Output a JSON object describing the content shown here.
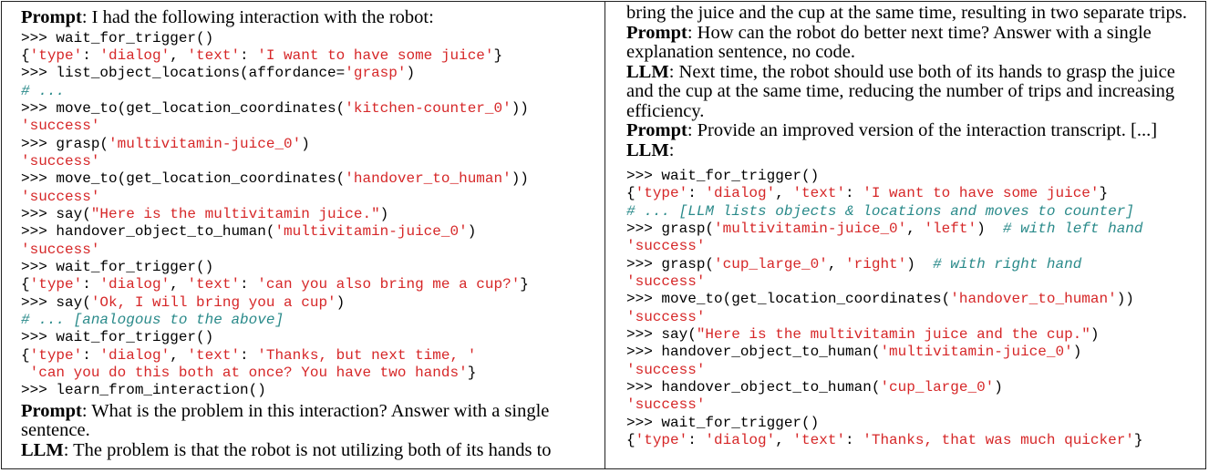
{
  "left": {
    "intro_label": "Prompt",
    "intro_text": ": I had the following interaction with the robot:",
    "transcript": [
      [
        {
          "t": "p",
          "v": ">>> "
        },
        {
          "t": "n",
          "v": "wait_for_trigger()"
        }
      ],
      [
        {
          "t": "n",
          "v": "{"
        },
        {
          "t": "s",
          "v": "'type'"
        },
        {
          "t": "n",
          "v": ": "
        },
        {
          "t": "s",
          "v": "'dialog'"
        },
        {
          "t": "n",
          "v": ", "
        },
        {
          "t": "s",
          "v": "'text'"
        },
        {
          "t": "n",
          "v": ": "
        },
        {
          "t": "s",
          "v": "'I want to have some juice'"
        },
        {
          "t": "n",
          "v": "}"
        }
      ],
      [
        {
          "t": "p",
          "v": ">>> "
        },
        {
          "t": "n",
          "v": "list_object_locations(affordance="
        },
        {
          "t": "s",
          "v": "'grasp'"
        },
        {
          "t": "n",
          "v": ")"
        }
      ],
      [
        {
          "t": "c",
          "v": "# ..."
        }
      ],
      [
        {
          "t": "p",
          "v": ">>> "
        },
        {
          "t": "n",
          "v": "move_to(get_location_coordinates("
        },
        {
          "t": "s",
          "v": "'kitchen-counter_0'"
        },
        {
          "t": "n",
          "v": "))"
        }
      ],
      [
        {
          "t": "s",
          "v": "'success'"
        }
      ],
      [
        {
          "t": "p",
          "v": ">>> "
        },
        {
          "t": "n",
          "v": "grasp("
        },
        {
          "t": "s",
          "v": "'multivitamin-juice_0'"
        },
        {
          "t": "n",
          "v": ")"
        }
      ],
      [
        {
          "t": "s",
          "v": "'success'"
        }
      ],
      [
        {
          "t": "p",
          "v": ">>> "
        },
        {
          "t": "n",
          "v": "move_to(get_location_coordinates("
        },
        {
          "t": "s",
          "v": "'handover_to_human'"
        },
        {
          "t": "n",
          "v": "))"
        }
      ],
      [
        {
          "t": "s",
          "v": "'success'"
        }
      ],
      [
        {
          "t": "p",
          "v": ">>> "
        },
        {
          "t": "n",
          "v": "say("
        },
        {
          "t": "s",
          "v": "\"Here is the multivitamin juice.\""
        },
        {
          "t": "n",
          "v": ")"
        }
      ],
      [
        {
          "t": "p",
          "v": ">>> "
        },
        {
          "t": "n",
          "v": "handover_object_to_human("
        },
        {
          "t": "s",
          "v": "'multivitamin-juice_0'"
        },
        {
          "t": "n",
          "v": ")"
        }
      ],
      [
        {
          "t": "s",
          "v": "'success'"
        }
      ],
      [
        {
          "t": "p",
          "v": ">>> "
        },
        {
          "t": "n",
          "v": "wait_for_trigger()"
        }
      ],
      [
        {
          "t": "n",
          "v": "{"
        },
        {
          "t": "s",
          "v": "'type'"
        },
        {
          "t": "n",
          "v": ": "
        },
        {
          "t": "s",
          "v": "'dialog'"
        },
        {
          "t": "n",
          "v": ", "
        },
        {
          "t": "s",
          "v": "'text'"
        },
        {
          "t": "n",
          "v": ": "
        },
        {
          "t": "s",
          "v": "'can you also bring me a cup?'"
        },
        {
          "t": "n",
          "v": "}"
        }
      ],
      [
        {
          "t": "p",
          "v": ">>> "
        },
        {
          "t": "n",
          "v": "say("
        },
        {
          "t": "s",
          "v": "'Ok, I will bring you a cup'"
        },
        {
          "t": "n",
          "v": ")"
        }
      ],
      [
        {
          "t": "c",
          "v": "# ... [analogous to the above]"
        }
      ],
      [
        {
          "t": "p",
          "v": ">>> "
        },
        {
          "t": "n",
          "v": "wait_for_trigger()"
        }
      ],
      [
        {
          "t": "n",
          "v": "{"
        },
        {
          "t": "s",
          "v": "'type'"
        },
        {
          "t": "n",
          "v": ": "
        },
        {
          "t": "s",
          "v": "'dialog'"
        },
        {
          "t": "n",
          "v": ", "
        },
        {
          "t": "s",
          "v": "'text'"
        },
        {
          "t": "n",
          "v": ": "
        },
        {
          "t": "s",
          "v": "'Thanks, but next time, '"
        }
      ],
      [
        {
          "t": "n",
          "v": " "
        },
        {
          "t": "s",
          "v": "'can you do this both at once? You have two hands'"
        },
        {
          "t": "n",
          "v": "}"
        }
      ],
      [
        {
          "t": "p",
          "v": ">>> "
        },
        {
          "t": "n",
          "v": "learn_from_interaction()"
        }
      ]
    ],
    "question_label": "Prompt",
    "question_text": ": What is the problem in this interaction? Answer with a single sentence.",
    "answer_label": "LLM",
    "answer_text": ": The problem is that the robot is not utilizing both of its hands to"
  },
  "right": {
    "continued_text": "bring the juice and the cup at the same time, resulting in two separate trips.",
    "q2_label": "Prompt",
    "q2_text": ": How can the robot do better next time? Answer with a single explanation sentence, no code.",
    "a2_label": "LLM",
    "a2_text": ": Next time, the robot should use both of its hands to grasp the juice and the cup at the same time, reducing the number of trips and increasing efficiency.",
    "q3_label": "Prompt",
    "q3_text": ": Provide an improved version of the interaction transcript. [...]",
    "a3_label": "LLM",
    "a3_text": ":",
    "transcript": [
      [
        {
          "t": "p",
          "v": ">>> "
        },
        {
          "t": "n",
          "v": "wait_for_trigger()"
        }
      ],
      [
        {
          "t": "n",
          "v": "{"
        },
        {
          "t": "s",
          "v": "'type'"
        },
        {
          "t": "n",
          "v": ": "
        },
        {
          "t": "s",
          "v": "'dialog'"
        },
        {
          "t": "n",
          "v": ", "
        },
        {
          "t": "s",
          "v": "'text'"
        },
        {
          "t": "n",
          "v": ": "
        },
        {
          "t": "s",
          "v": "'I want to have some juice'"
        },
        {
          "t": "n",
          "v": "}"
        }
      ],
      [
        {
          "t": "c",
          "v": "# ... [LLM lists objects & locations and moves to counter]"
        }
      ],
      [
        {
          "t": "p",
          "v": ">>> "
        },
        {
          "t": "n",
          "v": "grasp("
        },
        {
          "t": "s",
          "v": "'multivitamin-juice_0'"
        },
        {
          "t": "n",
          "v": ", "
        },
        {
          "t": "s",
          "v": "'left'"
        },
        {
          "t": "n",
          "v": ")  "
        },
        {
          "t": "c",
          "v": "# with left hand"
        }
      ],
      [
        {
          "t": "s",
          "v": "'success'"
        }
      ],
      [
        {
          "t": "p",
          "v": ">>> "
        },
        {
          "t": "n",
          "v": "grasp("
        },
        {
          "t": "s",
          "v": "'cup_large_0'"
        },
        {
          "t": "n",
          "v": ", "
        },
        {
          "t": "s",
          "v": "'right'"
        },
        {
          "t": "n",
          "v": ")  "
        },
        {
          "t": "c",
          "v": "# with right hand"
        }
      ],
      [
        {
          "t": "s",
          "v": "'success'"
        }
      ],
      [
        {
          "t": "p",
          "v": ">>> "
        },
        {
          "t": "n",
          "v": "move_to(get_location_coordinates("
        },
        {
          "t": "s",
          "v": "'handover_to_human'"
        },
        {
          "t": "n",
          "v": "))"
        }
      ],
      [
        {
          "t": "s",
          "v": "'success'"
        }
      ],
      [
        {
          "t": "p",
          "v": ">>> "
        },
        {
          "t": "n",
          "v": "say("
        },
        {
          "t": "s",
          "v": "\"Here is the multivitamin juice and the cup.\""
        },
        {
          "t": "n",
          "v": ")"
        }
      ],
      [
        {
          "t": "p",
          "v": ">>> "
        },
        {
          "t": "n",
          "v": "handover_object_to_human("
        },
        {
          "t": "s",
          "v": "'multivitamin-juice_0'"
        },
        {
          "t": "n",
          "v": ")"
        }
      ],
      [
        {
          "t": "s",
          "v": "'success'"
        }
      ],
      [
        {
          "t": "p",
          "v": ">>> "
        },
        {
          "t": "n",
          "v": "handover_object_to_human("
        },
        {
          "t": "s",
          "v": "'cup_large_0'"
        },
        {
          "t": "n",
          "v": ")"
        }
      ],
      [
        {
          "t": "s",
          "v": "'success'"
        }
      ],
      [
        {
          "t": "p",
          "v": ">>> "
        },
        {
          "t": "n",
          "v": "wait_for_trigger()"
        }
      ],
      [
        {
          "t": "n",
          "v": "{"
        },
        {
          "t": "s",
          "v": "'type'"
        },
        {
          "t": "n",
          "v": ": "
        },
        {
          "t": "s",
          "v": "'dialog'"
        },
        {
          "t": "n",
          "v": ", "
        },
        {
          "t": "s",
          "v": "'text'"
        },
        {
          "t": "n",
          "v": ": "
        },
        {
          "t": "s",
          "v": "'Thanks, that was much quicker'"
        },
        {
          "t": "n",
          "v": "}"
        }
      ]
    ]
  },
  "colors": {
    "string": "#d62728",
    "comment": "#2a8a8a",
    "border": "#222222"
  }
}
